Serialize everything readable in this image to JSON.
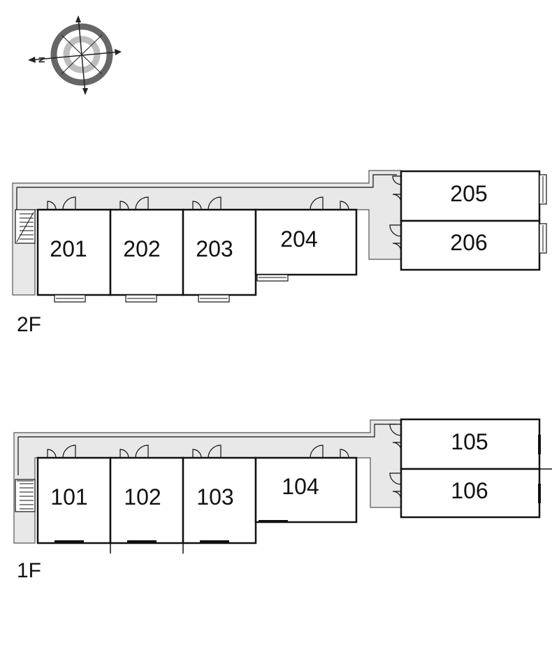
{
  "compass": {
    "north_letter": "N"
  },
  "floors": [
    {
      "label": "2F",
      "rooms": [
        "201",
        "202",
        "203",
        "204",
        "205",
        "206"
      ]
    },
    {
      "label": "1F",
      "rooms": [
        "101",
        "102",
        "103",
        "104",
        "105",
        "106"
      ]
    }
  ]
}
